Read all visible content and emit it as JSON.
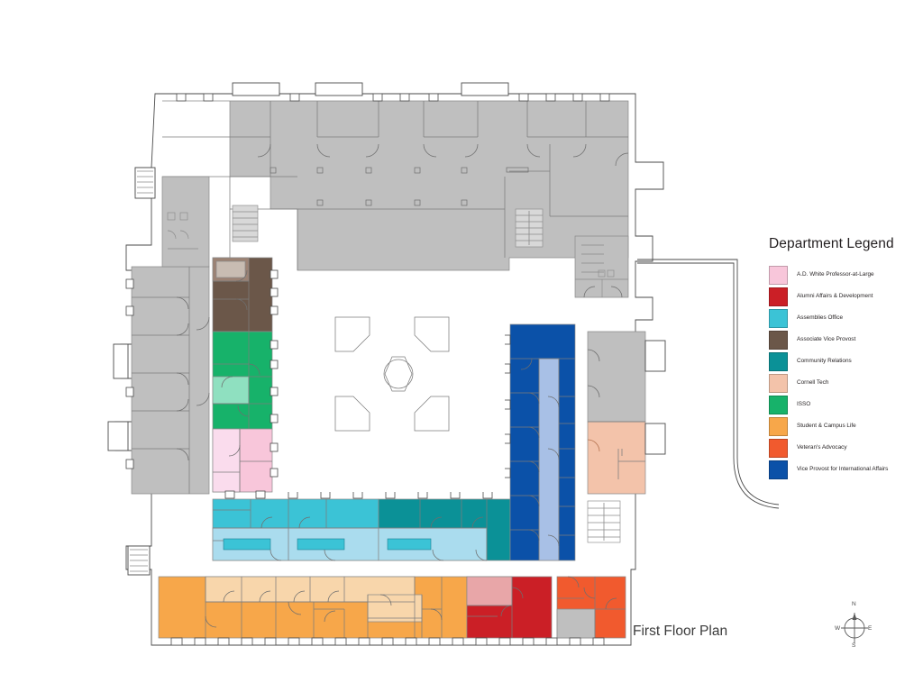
{
  "plan": {
    "title": "First Floor Plan",
    "compass": {
      "n": "N",
      "s": "S",
      "e": "E",
      "w": "W"
    }
  },
  "legend": {
    "title": "Department Legend",
    "items": [
      {
        "label": "A.D. White Professor-at-Large",
        "color": "#f8c6da"
      },
      {
        "label": "Alumni Affairs & Development",
        "color": "#cb1f26"
      },
      {
        "label": "Assemblies Office",
        "color": "#3bc3d6"
      },
      {
        "label": "Associate Vice Provost",
        "color": "#6b5749"
      },
      {
        "label": "Community Relations",
        "color": "#0b9197"
      },
      {
        "label": "Cornell Tech",
        "color": "#f3c3aa"
      },
      {
        "label": "ISSO",
        "color": "#17b26a"
      },
      {
        "label": "Student & Campus Life",
        "color": "#f7a74a"
      },
      {
        "label": "Veteran's Advocacy",
        "color": "#f15a2e"
      },
      {
        "label": "Vice Provost for International Affairs",
        "color": "#0b51a8"
      }
    ]
  },
  "palette": {
    "unassigned_gray": "#bfbfbf",
    "corridor_blue": "#a8c0e6",
    "corridor_cyan": "#aadcee",
    "corridor_orange": "#f8d6ab",
    "corridor_green": "#8fe0c0",
    "corridor_pink": "#fadced",
    "alumni_light": "#e8a6a8",
    "brown_light": "#9c8273",
    "wall": "#4a4a4a",
    "background": "#ffffff"
  },
  "zones": [
    {
      "name": "north-wing",
      "department": "Unassigned",
      "color": "#bfbfbf"
    },
    {
      "name": "west-outer-wing",
      "department": "Unassigned",
      "color": "#bfbfbf"
    },
    {
      "name": "west-inner-upper",
      "department": "Associate Vice Provost",
      "color": "#6b5749"
    },
    {
      "name": "west-inner-middle",
      "department": "ISSO",
      "color": "#17b26a"
    },
    {
      "name": "west-inner-lower",
      "department": "A.D. White Professor-at-Large",
      "color": "#f8c6da"
    },
    {
      "name": "south-courtyard-left",
      "department": "Assemblies Office",
      "color": "#3bc3d6"
    },
    {
      "name": "south-courtyard-right",
      "department": "Community Relations",
      "color": "#0b9197"
    },
    {
      "name": "east-courtyard-wing",
      "department": "Vice Provost for International Affairs",
      "color": "#0b51a8"
    },
    {
      "name": "east-outer-upper",
      "department": "Unassigned",
      "color": "#bfbfbf"
    },
    {
      "name": "east-outer-lower",
      "department": "Cornell Tech",
      "color": "#f3c3aa"
    },
    {
      "name": "south-wing-west",
      "department": "Student & Campus Life",
      "color": "#f7a74a"
    },
    {
      "name": "south-wing-center",
      "department": "Alumni Affairs & Development",
      "color": "#cb1f26"
    },
    {
      "name": "south-wing-east",
      "department": "Veteran's Advocacy",
      "color": "#f15a2e"
    }
  ]
}
